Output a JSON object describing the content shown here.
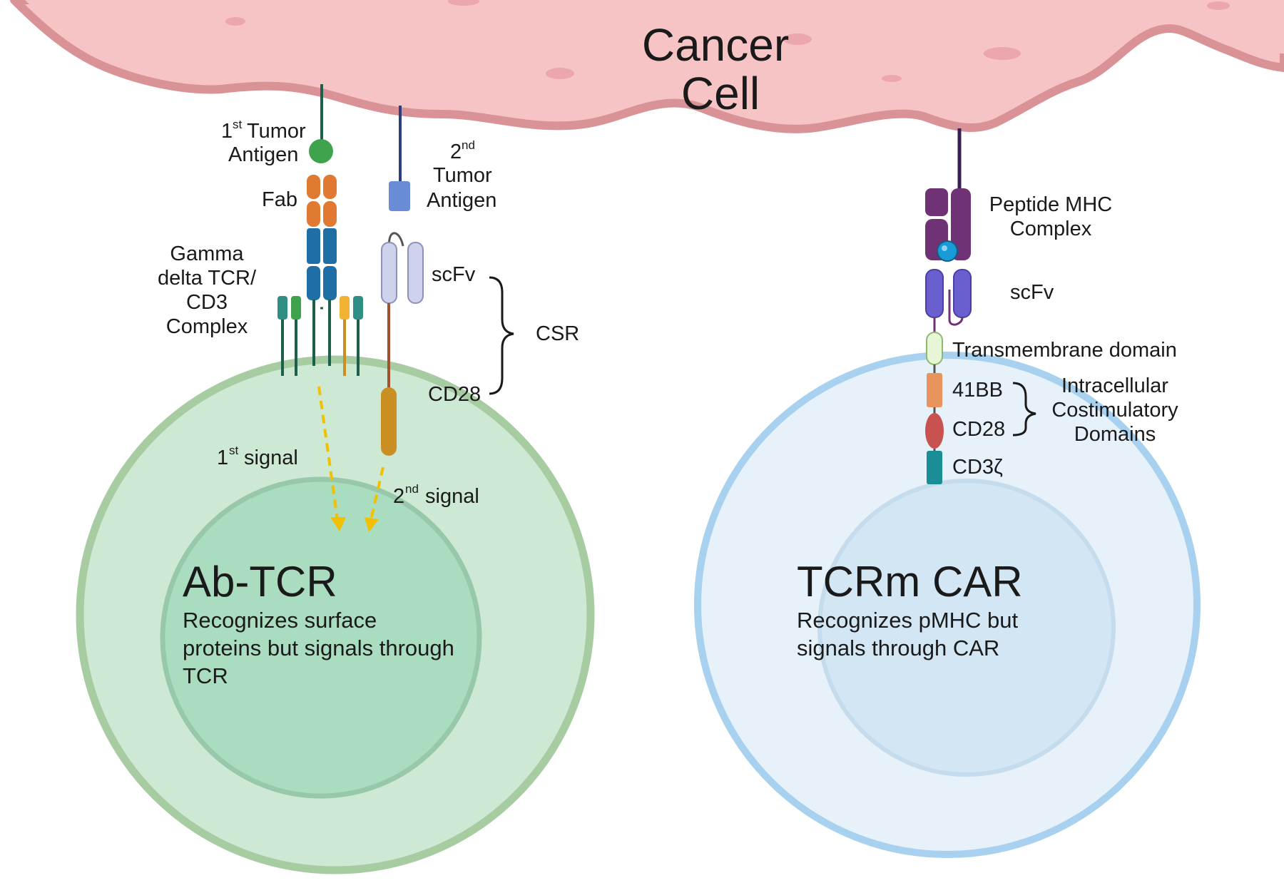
{
  "cancer_cell": {
    "line1": "Cancer",
    "line2": "Cell"
  },
  "left": {
    "antigen1": {
      "number": "1",
      "sup": "st",
      "line1_rest": "Tumor",
      "line2": "Antigen"
    },
    "antigen2": {
      "number": "2",
      "sup": "nd",
      "line1": "Tumor",
      "line2": "Antigen"
    },
    "fab": "Fab",
    "tcr_complex": [
      "Gamma",
      "delta TCR/",
      "CD3",
      "Complex"
    ],
    "scfv": "scFv",
    "csr": "CSR",
    "cd28": "CD28",
    "signal1": {
      "number": "1",
      "sup": "st",
      "rest": "signal"
    },
    "signal2": {
      "number": "2",
      "sup": "nd",
      "rest": "signal"
    },
    "title": "Ab-TCR",
    "description": [
      "Recognizes surface",
      "proteins but signals through",
      "TCR"
    ]
  },
  "right": {
    "pmhc": [
      "Peptide MHC",
      "Complex"
    ],
    "scfv": "scFv",
    "transmembrane": "Transmembrane domain",
    "d41bb": "41BB",
    "cd28": "CD28",
    "cd3z": "CD3ζ",
    "costim": [
      "Intracellular",
      "Costimulatory",
      "Domains"
    ],
    "title": "TCRm CAR",
    "description": [
      "Recognizes pMHC but",
      "signals through CAR"
    ]
  },
  "colors": {
    "cancer_fill": "#f7c4c6",
    "cancer_edge": "#d99397",
    "left_cell": "#cde9d4",
    "left_nucleus": "#aadcbf",
    "left_border": "#a7cca2",
    "right_cell": "#e6f1fa",
    "right_nucleus": "#d2e6f4",
    "right_border": "#a7d1ee",
    "fab": "#e07a32",
    "tcr_blue": "#1f6fa6",
    "teal": "#2f8f84",
    "green": "#3fa34d",
    "yellow": "#f2b233",
    "signal_arrow": "#f3c000",
    "scfv_light": "#cfd2ec",
    "cd28_gold": "#c98f22",
    "mhc_purple": "#6e3275",
    "scfv_purple": "#6a5fcf",
    "tm_green": "#e8f6d8",
    "d41bb": "#e9945c",
    "cd28_red": "#c8524f",
    "cd3z": "#1b8e95"
  }
}
